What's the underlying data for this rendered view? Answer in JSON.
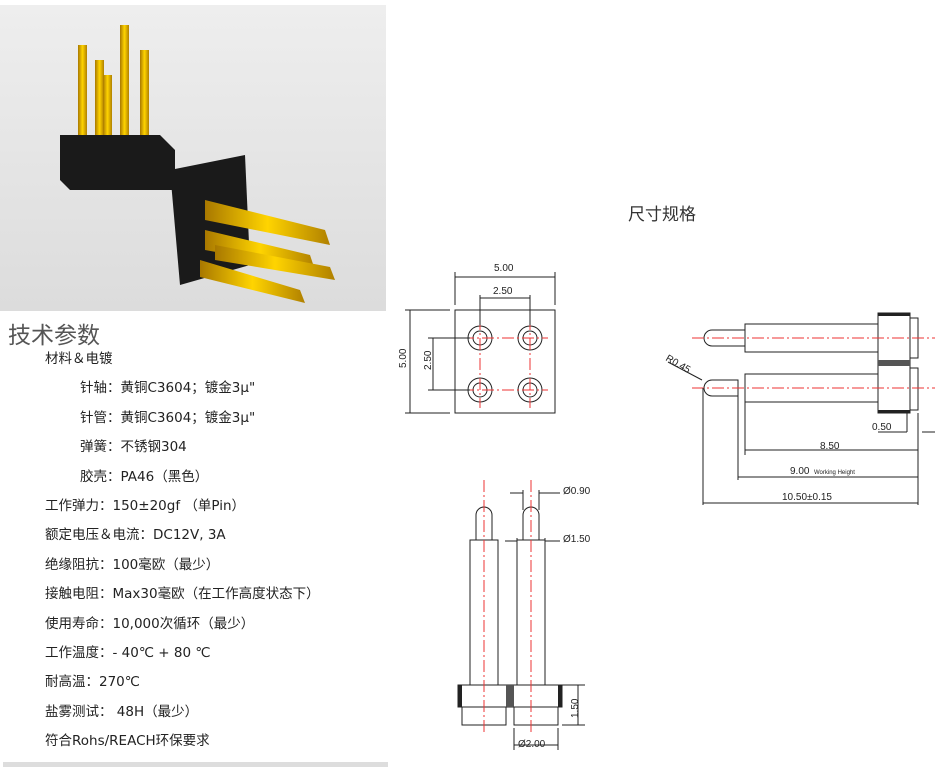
{
  "section_title": "技术参数",
  "specs": [
    {
      "level": 1,
      "text": "材料＆电镀"
    },
    {
      "level": 2,
      "text": "针轴：黄铜C3604；镀金3μ\""
    },
    {
      "level": 2,
      "text": "针管：黄铜C3604；镀金3μ\""
    },
    {
      "level": 2,
      "text": "弹簧：不锈钢304"
    },
    {
      "level": 2,
      "text": "胶壳：PA46（黑色）"
    },
    {
      "level": 1,
      "text": "工作弹力：150±20gf （单Pin）"
    },
    {
      "level": 1,
      "text": "额定电压＆电流：DC12V, 3A"
    },
    {
      "level": 1,
      "text": "绝缘阻抗：100毫欧（最少）"
    },
    {
      "level": 1,
      "text": "接触电阻：Max30毫欧（在工作高度状态下）"
    },
    {
      "level": 1,
      "text": "使用寿命：10,000次循环（最少）"
    },
    {
      "level": 1,
      "text": "工作温度：- 40℃ + 80 ℃"
    },
    {
      "level": 1,
      "text": "耐高温：270℃"
    },
    {
      "level": 1,
      "text": "盐雾测试： 48H（最少）"
    },
    {
      "level": 1,
      "text": "符合Rohs/REACH环保要求"
    }
  ],
  "dimension_title": "尺寸规格",
  "top_view": {
    "width": "5.00",
    "pitch_x": "2.50",
    "height": "5.00",
    "pitch_y": "2.50"
  },
  "side_view": {
    "radius": "R0.45",
    "offset": "0.50",
    "d1": "8.50",
    "d2": "9.00",
    "d2_note": "Working Height",
    "d3": "10.50±0.15"
  },
  "front_view": {
    "tip_dia": "Ø0.90",
    "body_dia": "Ø1.50",
    "base_h": "1.50",
    "base_dia": "Ø2.00"
  }
}
